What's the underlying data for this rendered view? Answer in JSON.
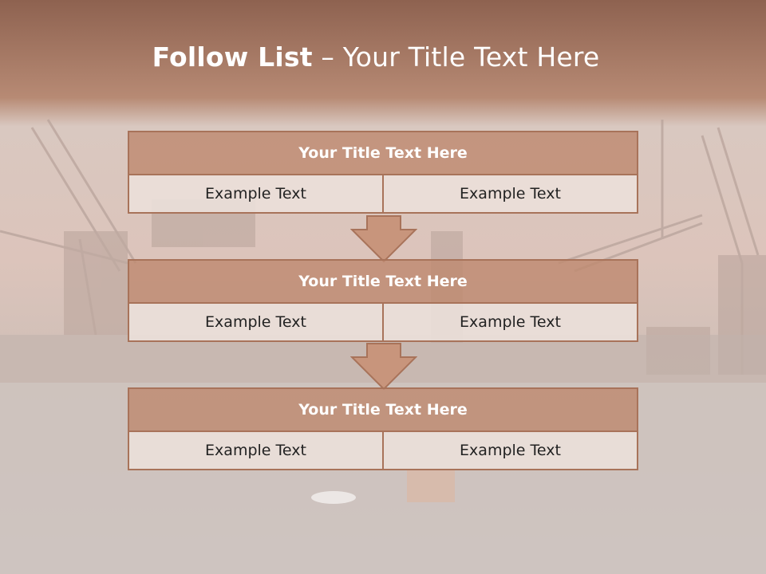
{
  "slide": {
    "title_bold": "Follow List",
    "title_rest": " – Your Title Text Here"
  },
  "steps": [
    {
      "header": "Your Title Text Here",
      "left": "Example Text",
      "right": "Example Text"
    },
    {
      "header": "Your Title Text Here",
      "left": "Example Text",
      "right": "Example Text"
    },
    {
      "header": "Your Title Text Here",
      "left": "Example Text",
      "right": "Example Text"
    }
  ],
  "colors": {
    "header_band": "#9b6a52",
    "block_header": "#c08d74",
    "block_cell": "#ece0db",
    "border": "#a8735a",
    "arrow": "#c8957c"
  }
}
